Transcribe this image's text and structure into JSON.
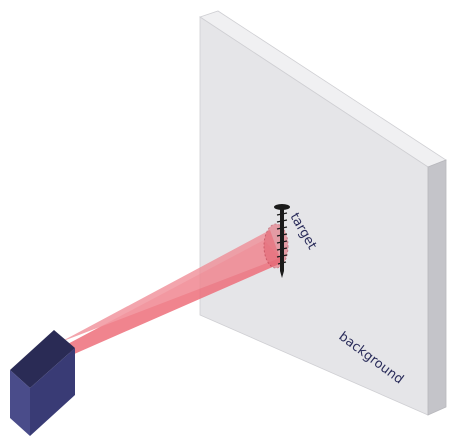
{
  "labels": {
    "target": "target",
    "background": "background"
  },
  "colors": {
    "background_face": "#e6e6e8",
    "background_side": "#c8c8cc",
    "background_top": "#f0f0f2",
    "beam": "#ee6f7b",
    "sensor_front": "#4a4c8a",
    "sensor_side": "#35376b",
    "sensor_top": "#2a2b55",
    "screw": "#1a1a1a",
    "label_text": "#2a2c5a"
  },
  "icons": [
    "sensor-box",
    "screw-target"
  ]
}
